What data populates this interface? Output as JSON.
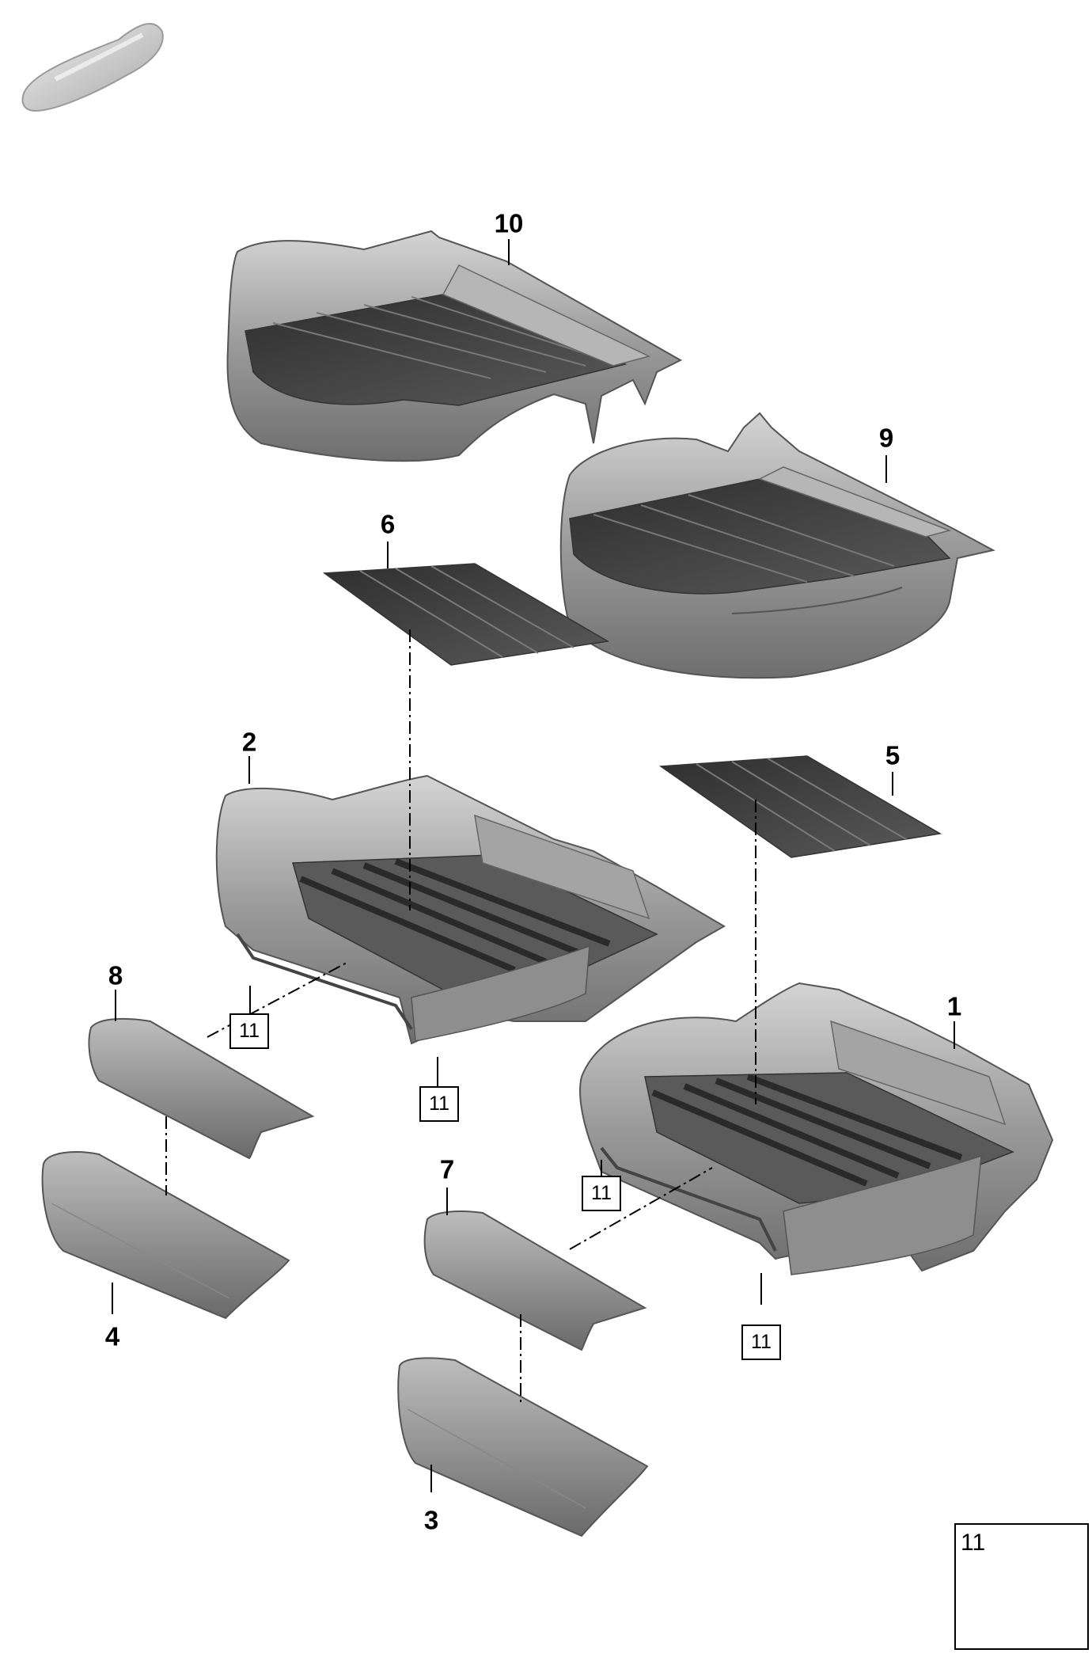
{
  "parts": [
    {
      "id": "p1",
      "number": "1"
    },
    {
      "id": "p2",
      "number": "2"
    },
    {
      "id": "p3",
      "number": "3"
    },
    {
      "id": "p4",
      "number": "4"
    },
    {
      "id": "p5",
      "number": "5"
    },
    {
      "id": "p6",
      "number": "6"
    },
    {
      "id": "p7",
      "number": "7"
    },
    {
      "id": "p8",
      "number": "8"
    },
    {
      "id": "p9",
      "number": "9"
    },
    {
      "id": "p10",
      "number": "10"
    }
  ],
  "reference_part": "11",
  "legend": {
    "number": "11"
  },
  "colors": {
    "part_fill": "#8c8c8c",
    "part_dark": "#4a4a4a",
    "part_light": "#c8c8c8",
    "line": "#000000"
  }
}
